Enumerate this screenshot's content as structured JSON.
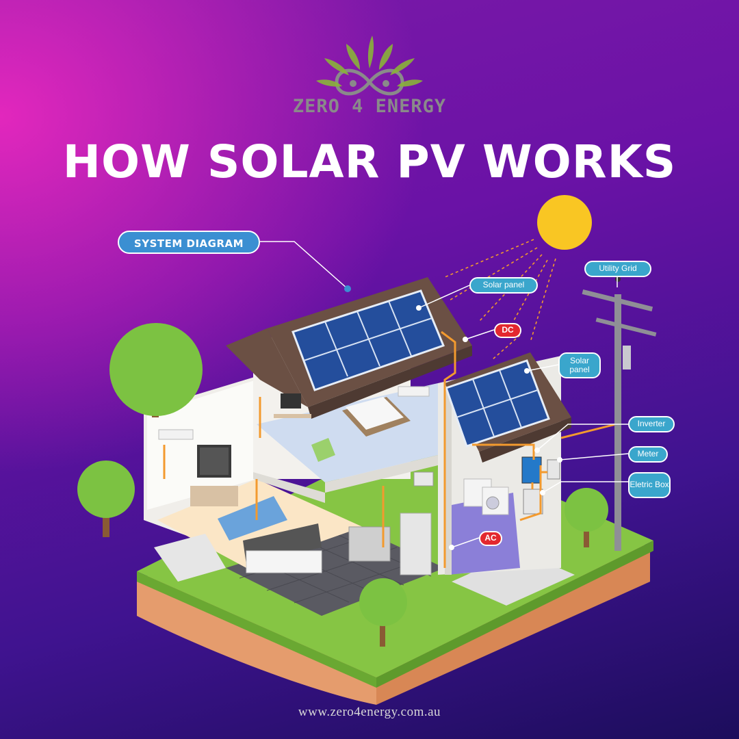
{
  "brand": {
    "name": "ZERO 4 ENERGY"
  },
  "title": "HOW SOLAR PV WORKS",
  "system_label": "SYSTEM DIAGRAM",
  "callouts": {
    "solar_panel_top": "Solar panel",
    "dc": "DC",
    "solar_panel_side": "Solar panel",
    "utility_grid": "Utility Grid",
    "inverter": "Inverter",
    "meter": "Meter",
    "electric_box": "Eletric Box",
    "ac": "AC"
  },
  "footer_url": "www.zero4energy.com.au",
  "colors": {
    "background_top_left": "#e8289e",
    "background_bottom": "#1c0d5c",
    "callout_blue": "#3aa6cc",
    "callout_red": "#e3282f",
    "wire_orange": "#f39a2e",
    "sun": "#f9c623",
    "panel_blue": "#2f5fb8",
    "ground_green": "#7cc242",
    "soil": "#e09a6a"
  },
  "icons": [
    "infinity-leaf-logo-icon",
    "sun-icon",
    "solar-panel-icon",
    "tree-icon",
    "utility-pole-icon"
  ]
}
